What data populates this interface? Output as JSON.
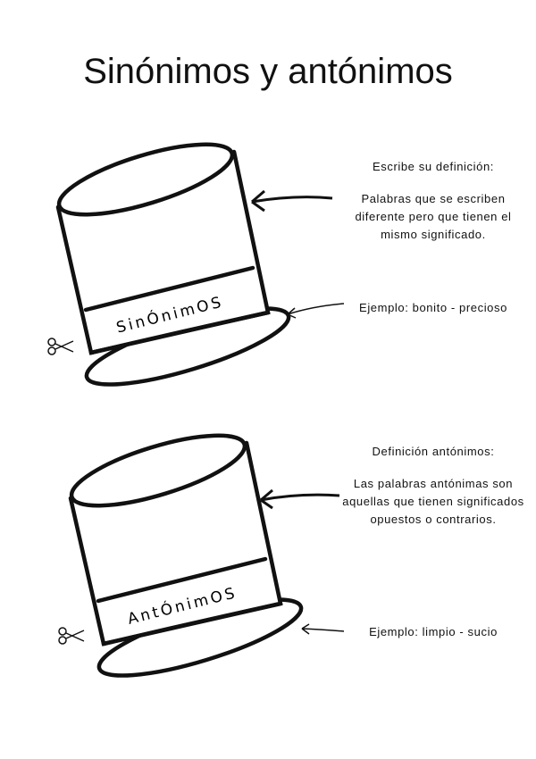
{
  "title": "Sinónimos y antónimos",
  "sinonimos": {
    "hat_label": "SinÓnimOS",
    "heading": "Escribe su definición:",
    "definition": "Palabras que se escriben diferente pero que tienen el mismo significado.",
    "example": "Ejemplo: bonito - precioso"
  },
  "antonimos": {
    "hat_label": "AntÓnimOS",
    "heading": "Definición antónimos:",
    "definition": "Las palabras antónimas son aquellas que tienen significados opuestos o contrarios.",
    "example": "Ejemplo: limpio - sucio"
  }
}
